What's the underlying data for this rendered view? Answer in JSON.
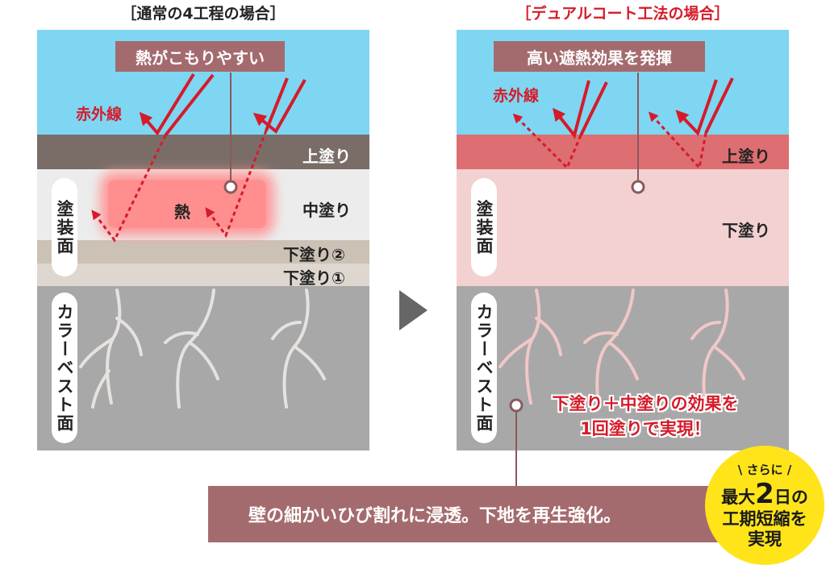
{
  "left_panel": {
    "title": "［通常の4工程の場合］",
    "callout": "熱がこもりやすい",
    "infrared_label": "赤外線",
    "heat_label": "熱",
    "layers": {
      "top": "上塗り",
      "middle": "中塗り",
      "under2": "下塗り②",
      "under1": "下塗り①"
    },
    "side_coating": "塗装面",
    "side_base": "カラーベスト面"
  },
  "right_panel": {
    "title": "［デュアルコート工法の場合］",
    "callout": "高い遮熱効果を発揮",
    "infrared_label": "赤外線",
    "layers": {
      "top": "上塗り",
      "under": "下塗り"
    },
    "side_coating": "塗装面",
    "side_base": "カラーベスト面",
    "effect_line1": "下塗り＋中塗りの効果を",
    "effect_line2": "1回塗りで実現！"
  },
  "bottom_banner": "壁の細かいひび割れに浸透。下地を再生強化。",
  "badge": {
    "top": "\\ さらに /",
    "line1_prefix": "最大",
    "line1_number": "2",
    "line1_suffix": "日の",
    "line2": "工期短縮を",
    "line3": "実現"
  },
  "colors": {
    "sky": "#7fd6f2",
    "top_coat_left": "#7a6d68",
    "top_coat_right": "#dd6e72",
    "under_coat_right": "#f3d1d1",
    "middle_coat_left": "#ececec",
    "under2_left": "#cbc2b5",
    "under1_left": "#ded7d0",
    "slate": "#a8a8a8",
    "callout": "#a46b6f",
    "infrared": "#d51b2a",
    "sun": "#d51b2a",
    "badge": "#ffe41a"
  }
}
